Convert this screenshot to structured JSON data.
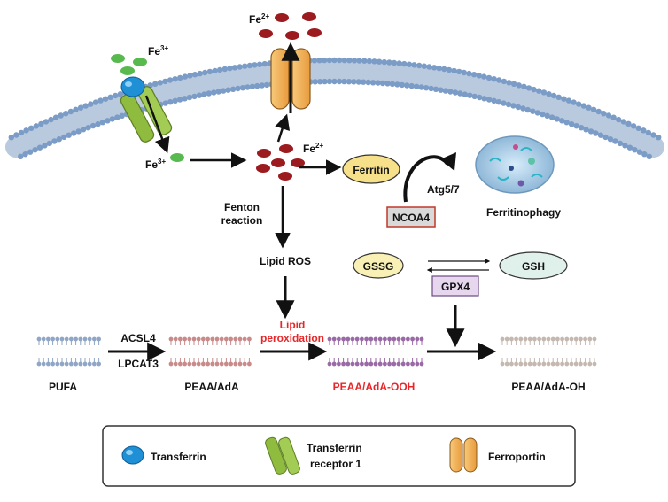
{
  "colors": {
    "membrane_head": "#7a9cc6",
    "iron2": "#9b1b1f",
    "iron3": "#58b94e",
    "transferrin": "#1f8fd6",
    "receptor": "#8fbb3e",
    "ferroportin": "#f2b25a",
    "ferritin": "#f6e08a",
    "ncoa4_border": "#c0392b",
    "gssg": "#f8f0b4",
    "gsh": "#dff1ea",
    "gpx4": "#e6d7ef",
    "alert": "#e8262a",
    "bilayer_pufa": "#8fa6c6",
    "bilayer_peaa": "#c98a8a",
    "bilayer_ooh": "#9a6aa6",
    "bilayer_oh": "#c4b8b0",
    "lysosome": "#9ec3e0"
  },
  "labels": {
    "fe3_top": "Fe",
    "fe3_top_sup": "3+",
    "fe3_bottom": "Fe",
    "fe3_bottom_sup": "3+",
    "fe2_top": "Fe",
    "fe2_top_sup": "2+",
    "fe2_mid": "Fe",
    "fe2_mid_sup": "2+",
    "fenton_1": "Fenton",
    "fenton_2": "reaction",
    "lipid_ros": "Lipid ROS",
    "ferritin": "Ferritin",
    "atg": "Atg5/7",
    "ncoa4": "NCOA4",
    "ferritinophagy": "Ferritinophagy",
    "gssg": "GSSG",
    "gsh": "GSH",
    "gpx4": "GPX4",
    "lipid_perox_1": "Lipid",
    "lipid_perox_2": "peroxidation",
    "acsl4": "ACSL4",
    "lpcat3": "LPCAT3",
    "pufa": "PUFA",
    "peaa": "PEAA/AdA",
    "peaa_ooh": "PEAA/AdA-OOH",
    "peaa_oh": "PEAA/AdA-OH"
  },
  "legend": {
    "transferrin": "Transferrin",
    "receptor_1": "Transferrin",
    "receptor_2": "receptor 1",
    "ferroportin": "Ferroportin"
  }
}
